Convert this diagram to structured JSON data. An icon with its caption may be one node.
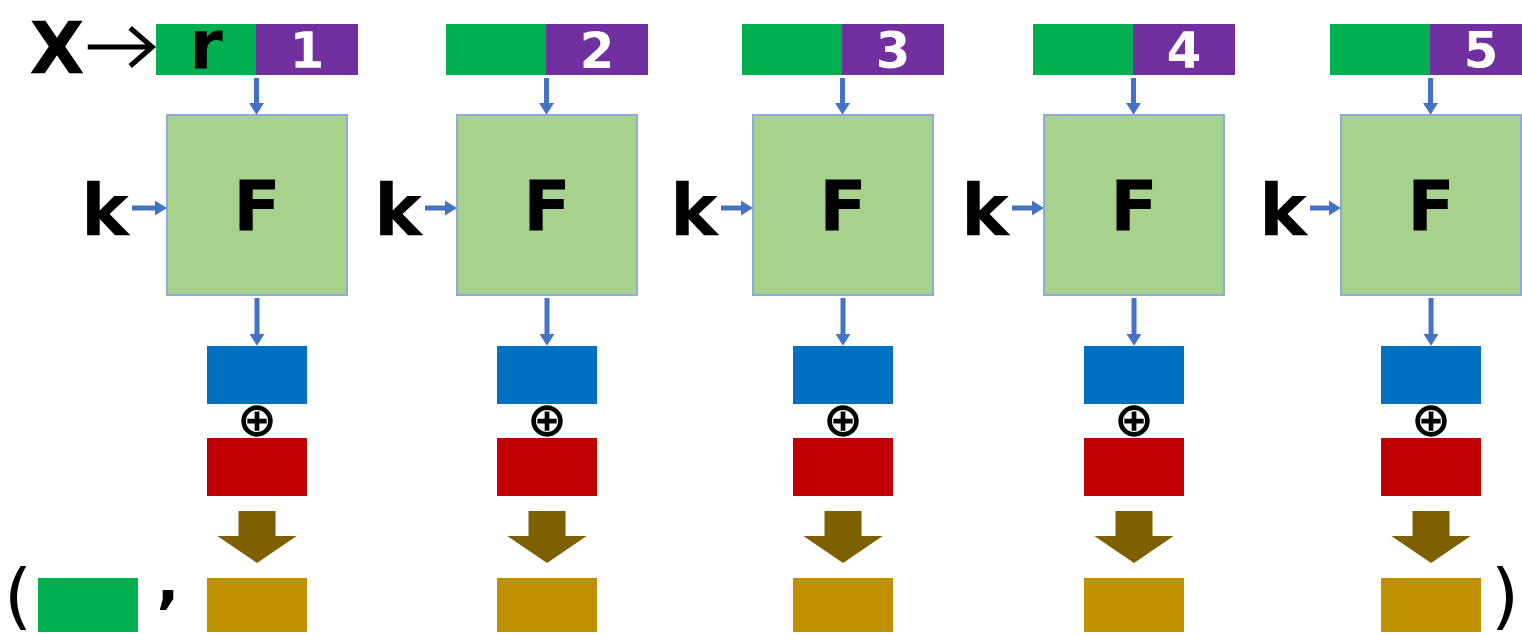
{
  "diagram": {
    "nodes": [
      {
        "text": [
          "X"
        ]
      },
      {
        "text": [
          "r"
        ]
      },
      {
        "text": [
          "1"
        ]
      },
      {
        "text": [
          "k"
        ]
      },
      {
        "text": [
          "F"
        ]
      },
      {
        "text": [],
        "shape": "box"
      },
      {
        "text": [],
        "shape": "box"
      },
      {
        "text": [],
        "shape": "box"
      },
      {
        "text": [],
        "shape": "box"
      },
      {
        "text": [
          "2"
        ]
      },
      {
        "text": [
          "k"
        ]
      },
      {
        "text": [
          "F"
        ]
      },
      {
        "text": [],
        "shape": "box"
      },
      {
        "text": [],
        "shape": "box"
      },
      {
        "text": [],
        "shape": "box"
      },
      {
        "text": [],
        "shape": "box"
      },
      {
        "text": [
          "3"
        ]
      },
      {
        "text": [
          "k"
        ]
      },
      {
        "text": [
          "F"
        ]
      },
      {
        "text": [],
        "shape": "box"
      },
      {
        "text": [],
        "shape": "box"
      },
      {
        "text": [],
        "shape": "box"
      },
      {
        "text": [],
        "shape": "box"
      },
      {
        "text": [
          "4"
        ]
      },
      {
        "text": [
          "k"
        ]
      },
      {
        "text": [
          "F"
        ]
      },
      {
        "text": [],
        "shape": "box"
      },
      {
        "text": [],
        "shape": "box"
      },
      {
        "text": [],
        "shape": "box"
      },
      {
        "text": [],
        "shape": "box"
      },
      {
        "text": [
          "5"
        ]
      },
      {
        "text": [
          "k"
        ]
      },
      {
        "text": [
          "F"
        ]
      },
      {
        "text": [],
        "shape": "box"
      },
      {
        "text": [],
        "shape": "box"
      },
      {
        "text": [],
        "shape": "box"
      },
      {
        "text": [],
        "shape": "box"
      }
    ],
    "edges": [
      {
        "from": 0,
        "to": 1,
        "arrow": "to",
        "color": "#000000"
      },
      {
        "from": 1,
        "to": 4,
        "arrow": "to"
      },
      {
        "from": 2,
        "to": 4,
        "arrow": "to"
      },
      {
        "from": 3,
        "to": 4,
        "arrow": "to"
      },
      {
        "from": 4,
        "to": 5,
        "arrow": "to"
      },
      {
        "from": 6,
        "to": 7,
        "arrow": "to",
        "style": "thick",
        "color": "#7f6000"
      },
      {
        "from": 8,
        "to": 11,
        "arrow": "to"
      },
      {
        "from": 9,
        "to": 11,
        "arrow": "to"
      },
      {
        "from": 10,
        "to": 11,
        "arrow": "to"
      },
      {
        "from": 11,
        "to": 12,
        "arrow": "to"
      },
      {
        "from": 13,
        "to": 14,
        "arrow": "to",
        "style": "thick",
        "color": "#7f6000"
      },
      {
        "from": 15,
        "to": 18,
        "arrow": "to"
      },
      {
        "from": 16,
        "to": 18,
        "arrow": "to"
      },
      {
        "from": 17,
        "to": 18,
        "arrow": "to"
      },
      {
        "from": 18,
        "to": 19,
        "arrow": "to"
      },
      {
        "from": 20,
        "to": 21,
        "arrow": "to",
        "style": "thick",
        "color": "#7f6000"
      },
      {
        "from": 22,
        "to": 25,
        "arrow": "to"
      },
      {
        "from": 23,
        "to": 25,
        "arrow": "to"
      },
      {
        "from": 24,
        "to": 25,
        "arrow": "to"
      },
      {
        "from": 25,
        "to": 26,
        "arrow": "to"
      },
      {
        "from": 27,
        "to": 28,
        "arrow": "to",
        "style": "thick",
        "color": "#7f6000"
      },
      {
        "from": 29,
        "to": 32,
        "arrow": "to"
      },
      {
        "from": 30,
        "to": 32,
        "arrow": "to"
      },
      {
        "from": 31,
        "to": 32,
        "arrow": "to"
      },
      {
        "from": 32,
        "to": 33,
        "arrow": "to"
      },
      {
        "from": 34,
        "to": 35,
        "arrow": "to",
        "style": "thick",
        "color": "#7f6000"
      }
    ],
    "labels": [
      "⊕",
      "⊕",
      "⊕",
      "⊕",
      "⊕",
      "(",
      ",",
      ")"
    ]
  }
}
